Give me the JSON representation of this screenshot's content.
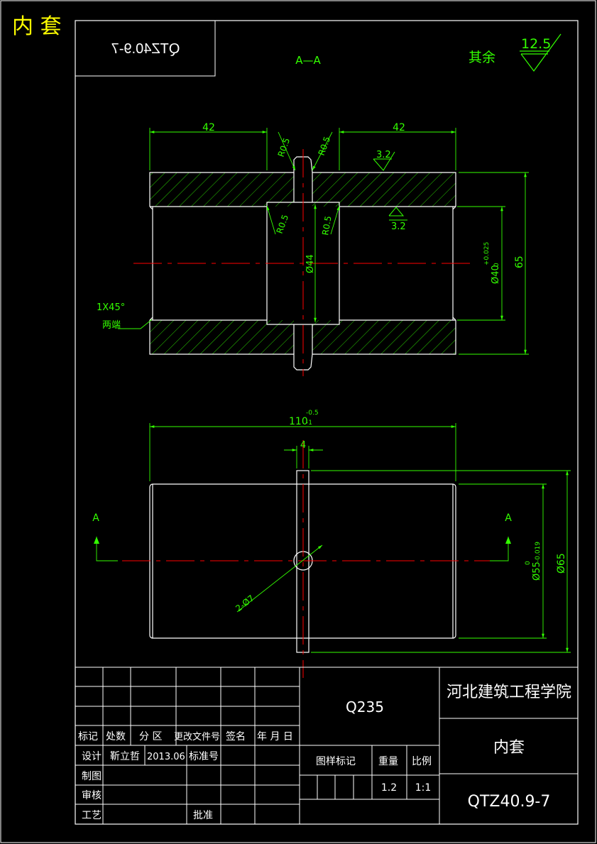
{
  "header": {
    "corner_title": "内 套",
    "drawing_code_mirrored": "QTZ40.9-7",
    "section_label": "A—A",
    "roughness_note": "其余",
    "roughness_value": "12.5"
  },
  "section_view": {
    "dim_left_length": "42",
    "dim_right_length": "42",
    "radius_1": "R0.5",
    "radius_2": "R0.5",
    "radius_3": "R0.5",
    "radius_4": "R0.5",
    "roughness_outer": "3.2",
    "roughness_inner": "3.2",
    "groove_dia": "Ø44",
    "bore_dia": "Ø40",
    "bore_tol_upper": "+0.025",
    "bore_tol_lower": "0",
    "outer_height": "65",
    "chamfer_note": "1X45°",
    "chamfer_note_2": "两端"
  },
  "elevation_view": {
    "total_length": "110",
    "total_length_tol_upper": "-0.5",
    "total_length_tol_lower": "-1",
    "slot_width": "4",
    "section_marker_left": "A",
    "section_marker_right": "A",
    "hole_note": "2-Ø7",
    "shaft_dia": "Ø55",
    "shaft_tol_upper": "0",
    "shaft_tol_lower": "-0.019",
    "outer_dia": "Ø65"
  },
  "title_block": {
    "material": "Q235",
    "school": "河北建筑工程学院",
    "part_name": "内套",
    "drawing_no": "QTZ40.9-7",
    "col_mark": "标记",
    "col_count": "处数",
    "col_zone": "分  区",
    "col_change_doc": "更改文件号",
    "col_sign": "签名",
    "col_date": "年 月 日",
    "row_design": "设计",
    "designer": "靳立哲",
    "design_date": "2013.06",
    "standard_no": "标准号",
    "row_draw": "制图",
    "row_review": "审核",
    "row_process": "工艺",
    "approve": "批准",
    "stage_mark": "图样标记",
    "weight_label": "重量",
    "scale_label": "比例",
    "weight": "1.2",
    "scale": "1:1"
  },
  "colors": {
    "frame": "#ffffff",
    "dimension": "#33ff00",
    "centerline": "#ff0000",
    "title": "#ffff00",
    "background": "#000000"
  }
}
